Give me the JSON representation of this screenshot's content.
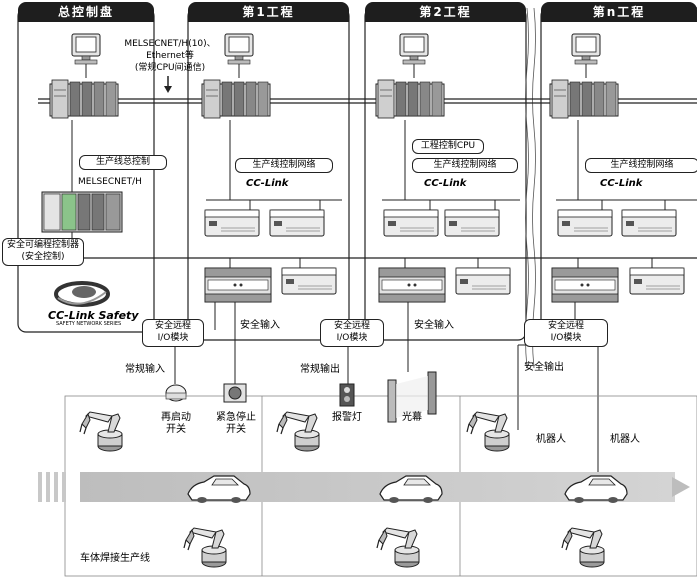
{
  "headers": {
    "control_panel": "总控制盘",
    "process1": "第1工程",
    "process2": "第2工程",
    "processn": "第n工程"
  },
  "network_note": {
    "line1": "MELSECNET/H(10)、",
    "line2": "Ethernet等",
    "line3": "(常规CPU间通信)"
  },
  "labels": {
    "line_control": "生产线总控制",
    "melsecnet_h": "MELSECNET/H",
    "safety_plc_line1": "安全可编程控制器",
    "safety_plc_line2": "(安全控制)",
    "cclink_safety": "CC-Link Safety",
    "cclink_safety_sub": "SAFETY NETWORK SERIES",
    "line_network_1": "生产线控制网络",
    "line_network_2": "生产线控制网络",
    "line_network_n": "生产线控制网络",
    "process_cpu": "工程控制CPU",
    "cclink_1": "CC-Link",
    "cclink_2": "CC-Link",
    "cclink_n": "CC-Link",
    "safety_remote_1a": "安全远程",
    "safety_remote_1b": "I/O模块",
    "safety_remote_2a": "安全远程",
    "safety_remote_2b": "I/O模块",
    "safety_remote_na": "安全远程",
    "safety_remote_nb": "I/O模块",
    "safety_input_1": "安全输入",
    "safety_input_2": "安全输入",
    "normal_input_1": "常规输入",
    "normal_output_2": "常规输出",
    "safety_output_n": "安全输出",
    "restart_switch_1": "再启动",
    "restart_switch_2": "开关",
    "estop_1": "紧急停止",
    "estop_2": "开关",
    "alarm_lamp": "报警灯",
    "light_curtain": "光幕",
    "robot_1": "机器人",
    "robot_2": "机器人",
    "welding_line": "车体焊接生产线"
  },
  "colors": {
    "header_bg": "#1e1e1e",
    "line_band": "#c8c8c8",
    "device_fill": "#ececec"
  }
}
